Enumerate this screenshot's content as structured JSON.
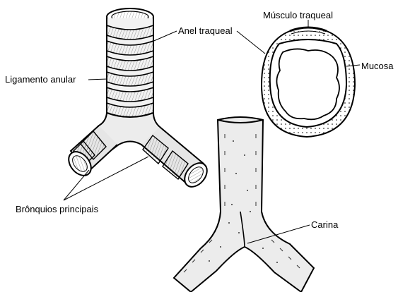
{
  "labels": {
    "anel_traqueal": "Anel traqueal",
    "musculo_traqueal": "Músculo traqueal",
    "ligamento_anular": "Ligamento anular",
    "mucosa": "Mucosa",
    "bronquios_principais": "Brônquios principais",
    "carina": "Carina"
  },
  "colors": {
    "ink": "#000000",
    "shade": "#cfcfcf",
    "paper": "#ffffff"
  }
}
